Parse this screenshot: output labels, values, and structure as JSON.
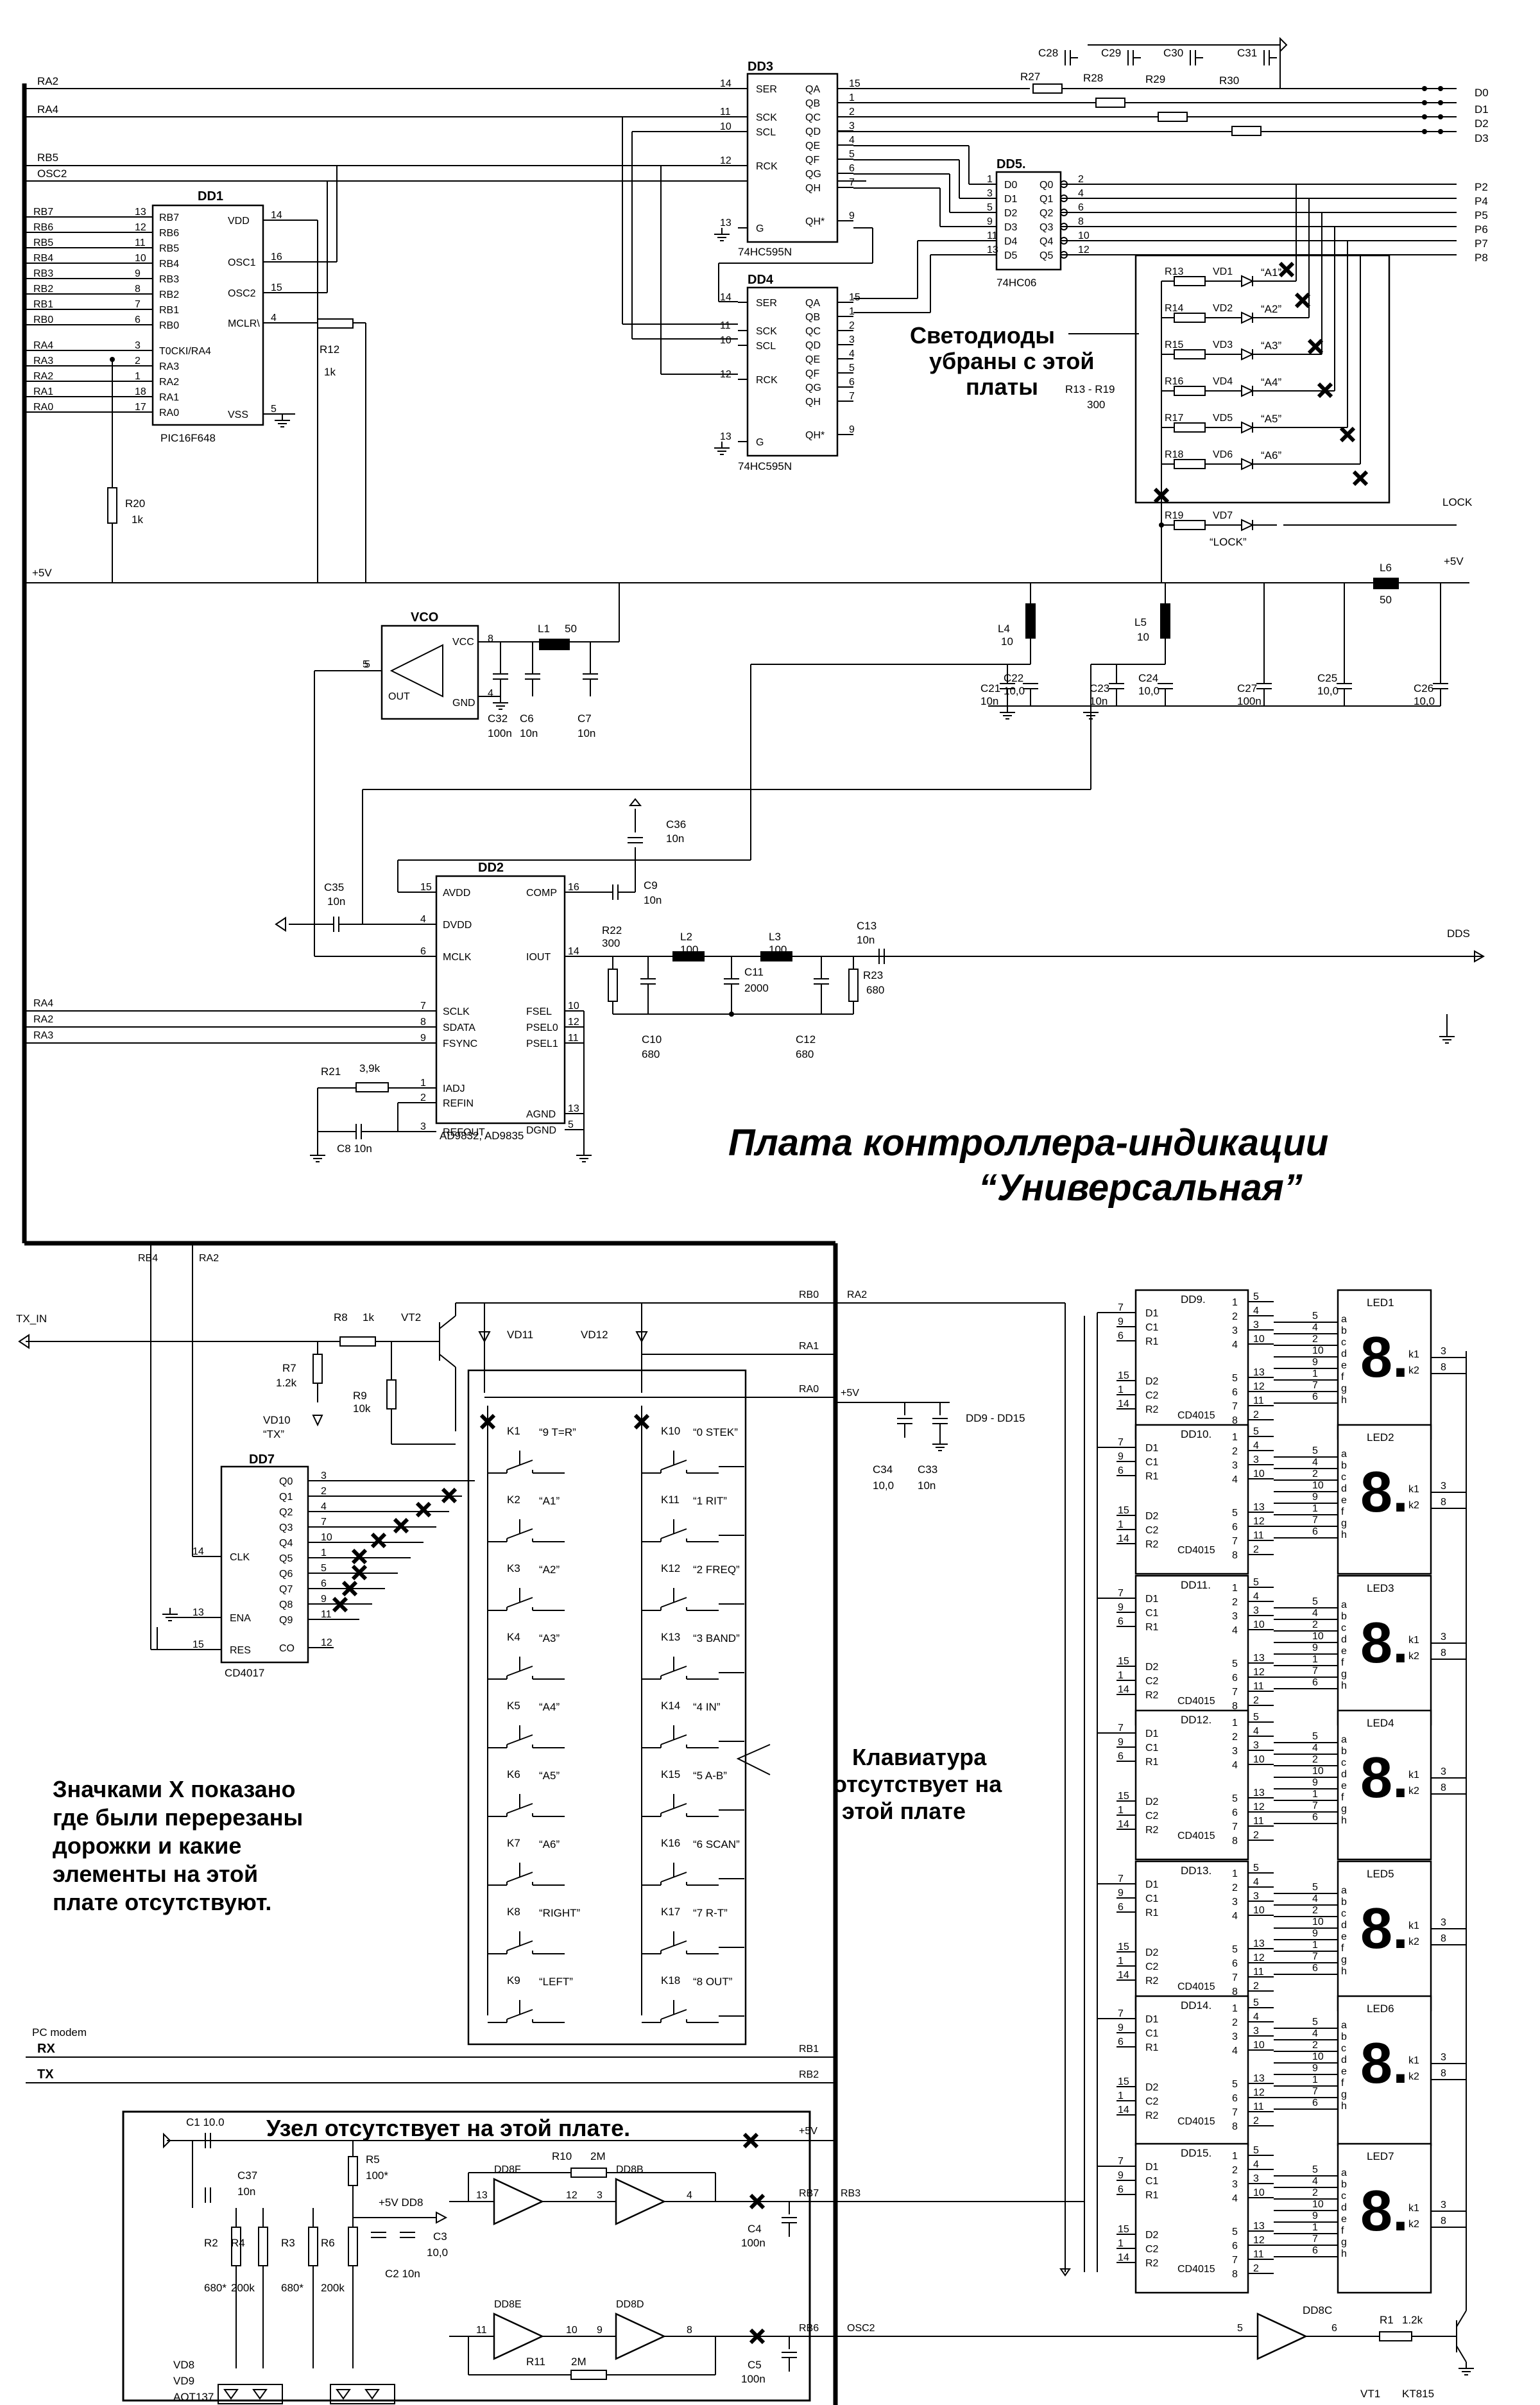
{
  "title": {
    "line1": "Плата контроллера-индикации",
    "line2": "“Универсальная”"
  },
  "notes": {
    "leds_removed": [
      "Светодиоды",
      "убраны с этой",
      "платы"
    ],
    "keyboard_absent": [
      "Клавиатура",
      "отсутствует на",
      "этой плате"
    ],
    "x_marks_explained": [
      "Значками X показано",
      "где были перерезаны",
      "дорожки и какие",
      "элементы на этой",
      "плате отсутствуют."
    ],
    "node_absent": "Узел отсутствует на этой плате."
  },
  "icons": [
    "cross-mark-icon",
    "ground-icon",
    "arrow-icon",
    "led-icon",
    "seven-segment-icon",
    "diode-icon",
    "switch-icon"
  ],
  "nets": {
    "left_top": [
      "RA2",
      "RA4",
      "RB5",
      "OSC2"
    ],
    "supply": "+5V",
    "outputs_d": [
      "D0",
      "D1",
      "D2",
      "D3"
    ],
    "outputs_p": [
      "P2",
      "P4",
      "P5",
      "P6",
      "P7",
      "P8"
    ],
    "lock": "LOCK",
    "dds": "DDS",
    "dd2_left": [
      "RA4",
      "RA2",
      "RA3"
    ],
    "bottom_left_top": [
      "RB4",
      "RA2"
    ],
    "tx_in": "TX_IN",
    "pc_modem": "PC modem",
    "rx": "RX",
    "tx": "TX",
    "right_bus": [
      "RB0",
      "RA2",
      "RA1",
      "RA0",
      "+5V",
      "RB1",
      "RB2",
      "RB7",
      "RB3",
      "RB6",
      "OSC2"
    ]
  },
  "ics": {
    "dd1": {
      "name": "DD1",
      "part": "PIC16F648",
      "left_pins": [
        {
          "num": "13",
          "name": "RB7"
        },
        {
          "num": "12",
          "name": "RB6"
        },
        {
          "num": "11",
          "name": "RB5"
        },
        {
          "num": "10",
          "name": "RB4"
        },
        {
          "num": "9",
          "name": "RB3"
        },
        {
          "num": "8",
          "name": "RB2"
        },
        {
          "num": "7",
          "name": "RB1"
        },
        {
          "num": "6",
          "name": "RB0"
        },
        {
          "num": "3",
          "name": "T0CKI/RA4"
        },
        {
          "num": "2",
          "name": "RA3"
        },
        {
          "num": "1",
          "name": "RA2"
        },
        {
          "num": "18",
          "name": "RA1"
        },
        {
          "num": "17",
          "name": "RA0"
        }
      ],
      "right_pins": [
        {
          "num": "14",
          "name": "VDD"
        },
        {
          "num": "16",
          "name": "OSC1"
        },
        {
          "num": "15",
          "name": "OSC2"
        },
        {
          "num": "4",
          "name": "MCLR\\"
        },
        {
          "num": "5",
          "name": "VSS"
        }
      ],
      "nets": [
        "RB7",
        "RB6",
        "RB5",
        "RB4",
        "RB3",
        "RB2",
        "RB1",
        "RB0",
        "RA4",
        "RA3",
        "RA2",
        "RA1",
        "RA0"
      ]
    },
    "dd3": {
      "name": "DD3",
      "part": "74HC595N",
      "left_pins": [
        {
          "num": "14",
          "name": "SER"
        },
        {
          "num": "11",
          "name": "SCK"
        },
        {
          "num": "10",
          "name": "SCL"
        },
        {
          "num": "12",
          "name": "RCK"
        },
        {
          "num": "13",
          "name": "G"
        }
      ],
      "right_pins": [
        {
          "num": "15",
          "name": "QA"
        },
        {
          "num": "1",
          "name": "QB"
        },
        {
          "num": "2",
          "name": "QC"
        },
        {
          "num": "3",
          "name": "QD"
        },
        {
          "num": "4",
          "name": "QE"
        },
        {
          "num": "5",
          "name": "QF"
        },
        {
          "num": "6",
          "name": "QG"
        },
        {
          "num": "7",
          "name": "QH"
        },
        {
          "num": "9",
          "name": "QH*"
        }
      ]
    },
    "dd4": {
      "name": "DD4",
      "part": "74HC595N",
      "left_pins": [
        {
          "num": "14",
          "name": "SER"
        },
        {
          "num": "11",
          "name": "SCK"
        },
        {
          "num": "10",
          "name": "SCL"
        },
        {
          "num": "12",
          "name": "RCK"
        },
        {
          "num": "13",
          "name": "G"
        }
      ],
      "right_pins": [
        {
          "num": "15",
          "name": "QA"
        },
        {
          "num": "1",
          "name": "QB"
        },
        {
          "num": "2",
          "name": "QC"
        },
        {
          "num": "3",
          "name": "QD"
        },
        {
          "num": "4",
          "name": "QE"
        },
        {
          "num": "5",
          "name": "QF"
        },
        {
          "num": "6",
          "name": "QG"
        },
        {
          "num": "7",
          "name": "QH"
        },
        {
          "num": "9",
          "name": "QH*"
        }
      ]
    },
    "dd5": {
      "name": "DD5.",
      "part": "74HC06",
      "left_pins": [
        {
          "num": "1",
          "name": "D0"
        },
        {
          "num": "3",
          "name": "D1"
        },
        {
          "num": "5",
          "name": "D2"
        },
        {
          "num": "9",
          "name": "D3"
        },
        {
          "num": "11",
          "name": "D4"
        },
        {
          "num": "13",
          "name": "D5"
        }
      ],
      "right_pins": [
        {
          "num": "2",
          "name": "Q0"
        },
        {
          "num": "4",
          "name": "Q1"
        },
        {
          "num": "6",
          "name": "Q2"
        },
        {
          "num": "8",
          "name": "Q3"
        },
        {
          "num": "10",
          "name": "Q4"
        },
        {
          "num": "12",
          "name": "Q5"
        }
      ]
    },
    "dd2": {
      "name": "DD2",
      "part": "AD9832, AD9835",
      "left_pins": [
        {
          "num": "15",
          "name": "AVDD"
        },
        {
          "num": "4",
          "name": "DVDD"
        },
        {
          "num": "6",
          "name": "MCLK"
        },
        {
          "num": "7",
          "name": "SCLK"
        },
        {
          "num": "8",
          "name": "SDATA"
        },
        {
          "num": "9",
          "name": "FSYNC"
        },
        {
          "num": "1",
          "name": "IADJ"
        },
        {
          "num": "2",
          "name": "REFIN"
        },
        {
          "num": "3",
          "name": "REFOUT"
        }
      ],
      "right_pins": [
        {
          "num": "16",
          "name": "COMP"
        },
        {
          "num": "14",
          "name": "IOUT"
        },
        {
          "num": "10",
          "name": "FSEL"
        },
        {
          "num": "12",
          "name": "PSEL0"
        },
        {
          "num": "11",
          "name": "PSEL1"
        },
        {
          "num": "13",
          "name": "AGND"
        },
        {
          "num": "5",
          "name": "DGND"
        }
      ]
    },
    "vco": {
      "name": "VCO",
      "pins": [
        "VCC",
        "OUT",
        "GND"
      ],
      "nums": [
        "8",
        "5",
        "4"
      ]
    },
    "dd7": {
      "name": "DD7",
      "part": "CD4017",
      "left_pins": [
        {
          "num": "14",
          "name": "CLK"
        },
        {
          "num": "13",
          "name": "ENA"
        },
        {
          "num": "15",
          "name": "RES"
        }
      ],
      "right_pins": [
        {
          "num": "3",
          "name": "Q0"
        },
        {
          "num": "2",
          "name": "Q1"
        },
        {
          "num": "4",
          "name": "Q2"
        },
        {
          "num": "7",
          "name": "Q3"
        },
        {
          "num": "10",
          "name": "Q4"
        },
        {
          "num": "1",
          "name": "Q5"
        },
        {
          "num": "5",
          "name": "Q6"
        },
        {
          "num": "6",
          "name": "Q7"
        },
        {
          "num": "9",
          "name": "Q8"
        },
        {
          "num": "11",
          "name": "Q9"
        },
        {
          "num": "12",
          "name": "CO"
        }
      ]
    },
    "cd4015": {
      "part": "CD4015",
      "names": [
        "DD9.",
        "DD10.",
        "DD11.",
        "DD12.",
        "DD13.",
        "DD14.",
        "DD15."
      ],
      "left_pins": [
        {
          "num": "7",
          "name": "D1"
        },
        {
          "num": "9",
          "name": "C1"
        },
        {
          "num": "6",
          "name": "R1"
        },
        {
          "num": "15",
          "name": "D2"
        },
        {
          "num": "1",
          "name": "C2"
        },
        {
          "num": "14",
          "name": "R2"
        }
      ],
      "right_nums": [
        "5",
        "4",
        "3",
        "10",
        "13",
        "12",
        "11",
        "2"
      ],
      "mid_nums": [
        "1",
        "2",
        "3",
        "4",
        "5",
        "6",
        "7",
        "8"
      ]
    },
    "leds": {
      "names": [
        "LED1",
        "LED2",
        "LED3",
        "LED4",
        "LED5",
        "LED6",
        "LED7"
      ],
      "segments": [
        "a",
        "b",
        "c",
        "d",
        "e",
        "f",
        "g",
        "h"
      ],
      "pins": [
        "k1",
        "k2"
      ],
      "pin_nums": [
        "3",
        "8"
      ],
      "seg_nums": [
        "5",
        "4",
        "2",
        "10",
        "9",
        "1",
        "7",
        "6"
      ]
    }
  },
  "indicator_leds": [
    {
      "r": "R13",
      "vd": "VD1",
      "label": "“A1”"
    },
    {
      "r": "R14",
      "vd": "VD2",
      "label": "“A2”"
    },
    {
      "r": "R15",
      "vd": "VD3",
      "label": "“A3”"
    },
    {
      "r": "R16",
      "vd": "VD4",
      "label": "“A4”"
    },
    {
      "r": "R17",
      "vd": "VD5",
      "label": "“A5”"
    },
    {
      "r": "R18",
      "vd": "VD6",
      "label": "“A6”"
    },
    {
      "r": "R19",
      "vd": "VD7",
      "label": "“LOCK”"
    }
  ],
  "indicator_res": {
    "range": "R13 - R19",
    "value": "300"
  },
  "keys_left": [
    {
      "k": "K1",
      "label": "“9 T=R”"
    },
    {
      "k": "K2",
      "label": "“A1”"
    },
    {
      "k": "K3",
      "label": "“A2”"
    },
    {
      "k": "K4",
      "label": "“A3”"
    },
    {
      "k": "K5",
      "label": "“A4”"
    },
    {
      "k": "K6",
      "label": "“A5”"
    },
    {
      "k": "K7",
      "label": "“A6”"
    },
    {
      "k": "K8",
      "label": "“RIGHT”"
    },
    {
      "k": "K9",
      "label": "“LEFT”"
    }
  ],
  "keys_right": [
    {
      "k": "K10",
      "label": "“0 STEK”"
    },
    {
      "k": "K11",
      "label": "“1 RIT”"
    },
    {
      "k": "K12",
      "label": "“2 FREQ”"
    },
    {
      "k": "K13",
      "label": "“3 BAND”"
    },
    {
      "k": "K14",
      "label": "“4 IN”"
    },
    {
      "k": "K15",
      "label": "“5 A-B”"
    },
    {
      "k": "K16",
      "label": "“6 SCAN”"
    },
    {
      "k": "K17",
      "label": "“7 R-T”"
    },
    {
      "k": "K18",
      "label": "“8 OUT”"
    }
  ],
  "components": {
    "top_rc": [
      {
        "c": "C28",
        "r": "R27"
      },
      {
        "c": "C29",
        "r": "R28"
      },
      {
        "c": "C30",
        "r": "R29"
      },
      {
        "c": "C31",
        "r": "R30"
      }
    ],
    "r12": {
      "ref": "R12",
      "val": "1k"
    },
    "r20": {
      "ref": "R20",
      "val": "1k"
    },
    "l1": {
      "ref": "L1",
      "val": "50"
    },
    "l4": {
      "ref": "L4",
      "val": "10"
    },
    "l5": {
      "ref": "L5",
      "val": "10"
    },
    "l6": {
      "ref": "L6",
      "val": "50"
    },
    "vco_caps": [
      {
        "ref": "C32",
        "val": "100n"
      },
      {
        "ref": "C6",
        "val": "10n"
      },
      {
        "ref": "C7",
        "val": "10n"
      }
    ],
    "psu_caps": [
      {
        "ref": "C21",
        "val": "10n"
      },
      {
        "ref": "C22",
        "val": "10,0"
      },
      {
        "ref": "C23",
        "val": "10n"
      },
      {
        "ref": "C24",
        "val": "10,0"
      },
      {
        "ref": "C27",
        "val": "100n"
      },
      {
        "ref": "C25",
        "val": "10,0"
      },
      {
        "ref": "C26",
        "val": "10,0"
      }
    ],
    "c36": {
      "ref": "C36",
      "val": "10n"
    },
    "c35": {
      "ref": "C35",
      "val": "10n"
    },
    "c9": {
      "ref": "C9",
      "val": "10n"
    },
    "c8": {
      "ref": "C8",
      "val": "10n"
    },
    "r21": {
      "ref": "R21",
      "val": "3,9k"
    },
    "filter": [
      {
        "ref": "R22",
        "val": "300"
      },
      {
        "ref": "L2",
        "val": "100"
      },
      {
        "ref": "L3",
        "val": "100"
      },
      {
        "ref": "C13",
        "val": "10n"
      },
      {
        "ref": "C11",
        "val": "2000"
      },
      {
        "ref": "C10",
        "val": "680"
      },
      {
        "ref": "C12",
        "val": "680"
      },
      {
        "ref": "R23",
        "val": "680"
      }
    ],
    "tx": [
      {
        "ref": "R8",
        "val": "1k"
      },
      {
        "ref": "VT2",
        "val": ""
      },
      {
        "ref": "R7",
        "val": "1.2k"
      },
      {
        "ref": "R9",
        "val": "10k"
      },
      {
        "ref": "VD10",
        "val": "“TX”"
      },
      {
        "ref": "VD11",
        "val": ""
      },
      {
        "ref": "VD12",
        "val": ""
      }
    ],
    "supply_caps": [
      {
        "ref": "C34",
        "val": "10,0"
      },
      {
        "ref": "C33",
        "val": "10n"
      },
      {
        "label": "DD9 - DD15"
      }
    ],
    "node": {
      "c1": "C1  10.0",
      "c37": "C37",
      "c37v": "10n",
      "r5": "R5",
      "r5v": "100*",
      "dd8": "+5V DD8",
      "c3": "C3",
      "c3v": "10,0",
      "c2": "C2  10n",
      "r10": "R10",
      "r10v": "2M",
      "r11": "R11",
      "r11v": "2M",
      "gates": [
        "DD8F",
        "DD8B",
        "DD8E",
        "DD8D"
      ],
      "gate_pins": [
        "13",
        "12",
        "3",
        "4",
        "11",
        "10",
        "9",
        "8"
      ],
      "res": [
        {
          "ref": "R2",
          "val": "680*"
        },
        {
          "ref": "R4",
          "val": "200k"
        },
        {
          "ref": "R3",
          "val": "680*"
        },
        {
          "ref": "R6",
          "val": "200k"
        }
      ],
      "opto": [
        "VD8",
        "VD9",
        "AOT137"
      ]
    },
    "c4": {
      "ref": "C4",
      "val": "100n"
    },
    "c5": {
      "ref": "C5",
      "val": "100n"
    },
    "dd8c": {
      "ref": "DD8C",
      "in": "5",
      "out": "6"
    },
    "r1": {
      "ref": "R1",
      "val": "1.2k"
    },
    "vt1": {
      "ref": "VT1",
      "val": "KT815"
    }
  }
}
